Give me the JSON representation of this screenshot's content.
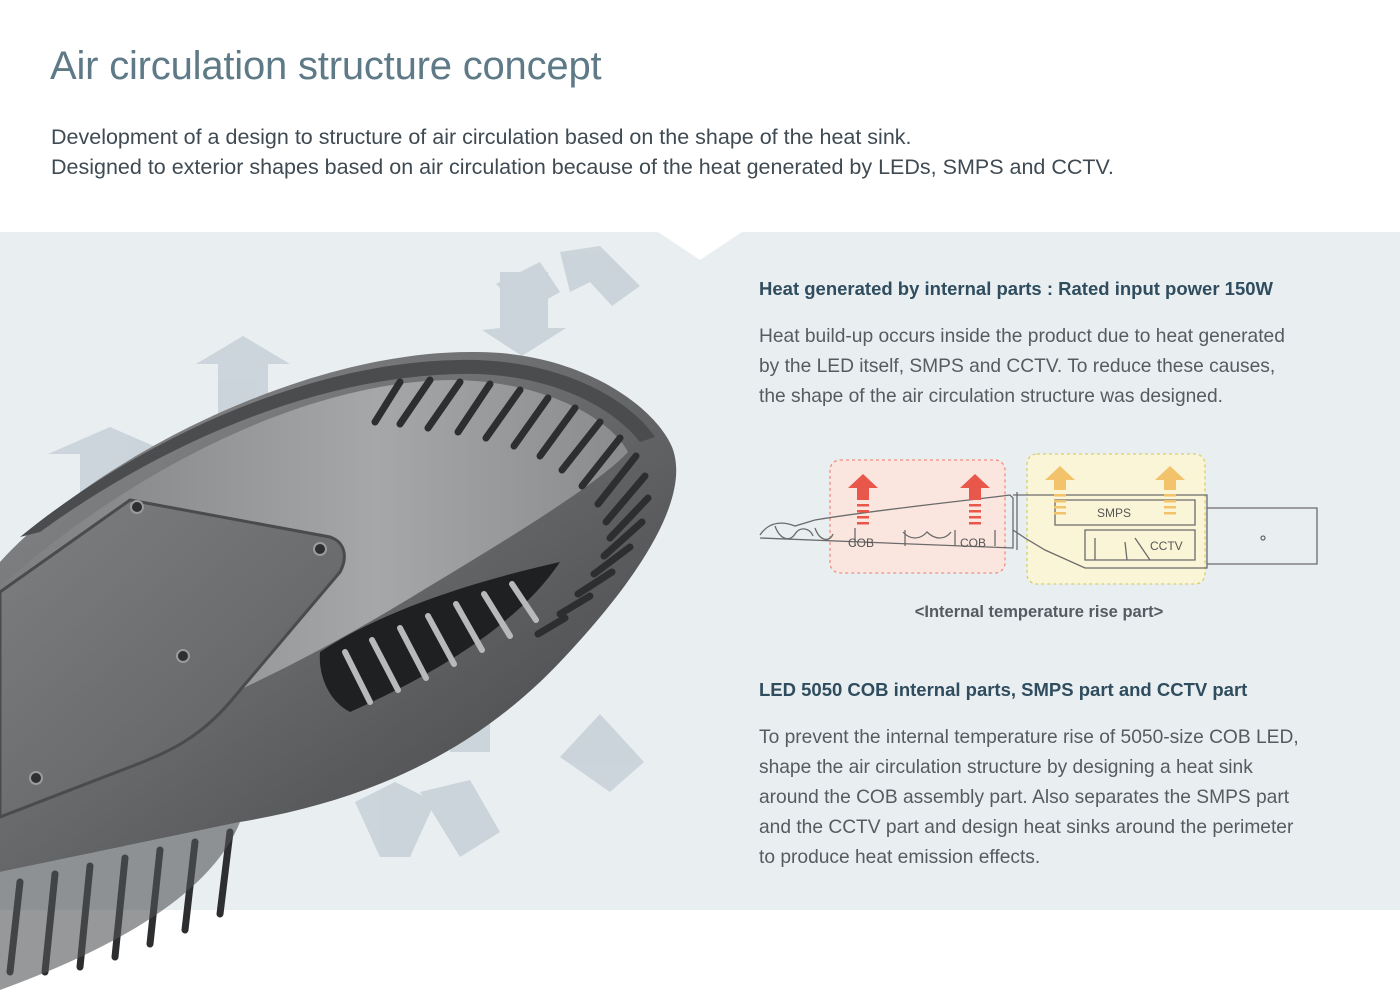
{
  "header": {
    "title": "Air circulation structure concept",
    "intro_lines": [
      "Development of a design to structure of air circulation based on the shape of the heat sink.",
      "Designed to exterior shapes based on air circulation because of the heat generated by LEDs, SMPS and CCTV."
    ]
  },
  "section1": {
    "heading": "Heat generated by internal parts : Rated input power 150W",
    "lines": [
      "Heat build-up occurs inside the product due to heat generated",
      "by the LED itself, SMPS and CCTV. To reduce these causes,",
      "the shape of the air circulation structure was designed."
    ]
  },
  "diagram": {
    "labels": {
      "cob_left": "COB",
      "cob_right": "COB",
      "smps": "SMPS",
      "cctv": "CCTV"
    },
    "caption": "<Internal temperature rise part>",
    "colors": {
      "hot": "#e8574a",
      "warm": "#f2c36b",
      "line": "#6b6b6b"
    }
  },
  "section2": {
    "heading": "LED 5050 COB internal parts, SMPS part and CCTV part",
    "lines": [
      "To prevent the internal temperature rise of 5050-size COB LED,",
      "shape the air circulation structure by designing a heat sink",
      "around the COB assembly part. Also separates the SMPS part",
      "and the CCTV part and design heat sinks around the perimeter",
      "to produce heat emission effects."
    ]
  },
  "colors": {
    "title": "#5f7a87",
    "panel": "#e9eef1",
    "heading": "#2f4d5e",
    "arrow": "#c9d3d9",
    "housing": "#5c5c5e"
  }
}
